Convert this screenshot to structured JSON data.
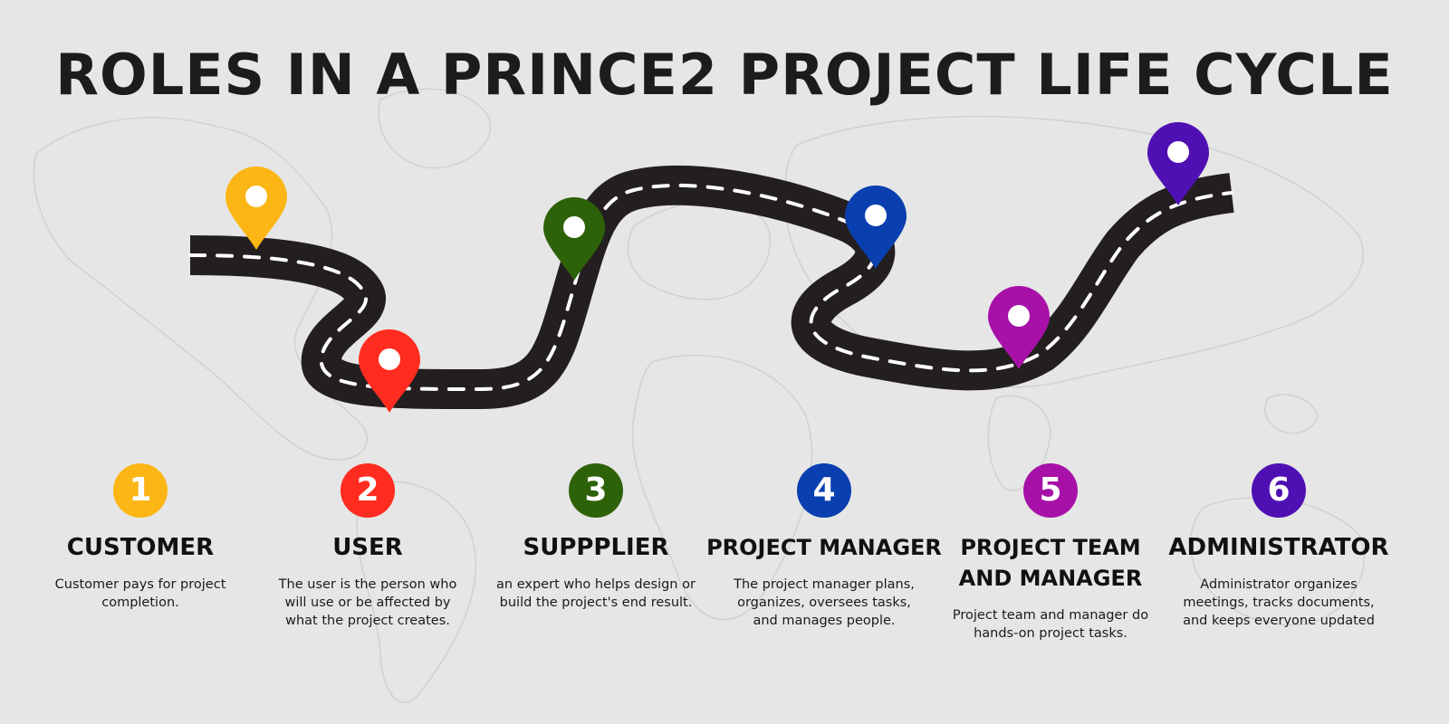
{
  "title": "ROLES IN A PRINCE2 PROJECT LIFE CYCLE",
  "roles": [
    {
      "number": "1",
      "title": "CUSTOMER",
      "description": "Customer pays for project completion.",
      "color": "#fbb615"
    },
    {
      "number": "2",
      "title": "USER",
      "description": "The user is the person who will use or be affected by what the project creates.",
      "color": "#ff2c1f"
    },
    {
      "number": "3",
      "title": "SUPPPLIER",
      "description": "an expert who helps design or build the project's end result.",
      "color": "#2e6209"
    },
    {
      "number": "4",
      "title": "PROJECT MANAGER",
      "description": "The project manager plans, organizes, oversees tasks, and manages people.",
      "color": "#0a3fb0"
    },
    {
      "number": "5",
      "title": "PROJECT TEAM AND MANAGER",
      "description": "Project team and manager do hands-on project tasks.",
      "color": "#a711a7"
    },
    {
      "number": "6",
      "title": "ADMINISTRATOR",
      "description": "Administrator organizes meetings, tracks documents, and keeps everyone updated",
      "color": "#4f10b3"
    }
  ],
  "colors": {
    "background": "#e6e6e6",
    "road": "#231f20",
    "road_dash": "#ffffff",
    "title": "#1c1c1c"
  },
  "icons": {
    "pin": "map-pin-icon",
    "map": "world-map-outline"
  }
}
